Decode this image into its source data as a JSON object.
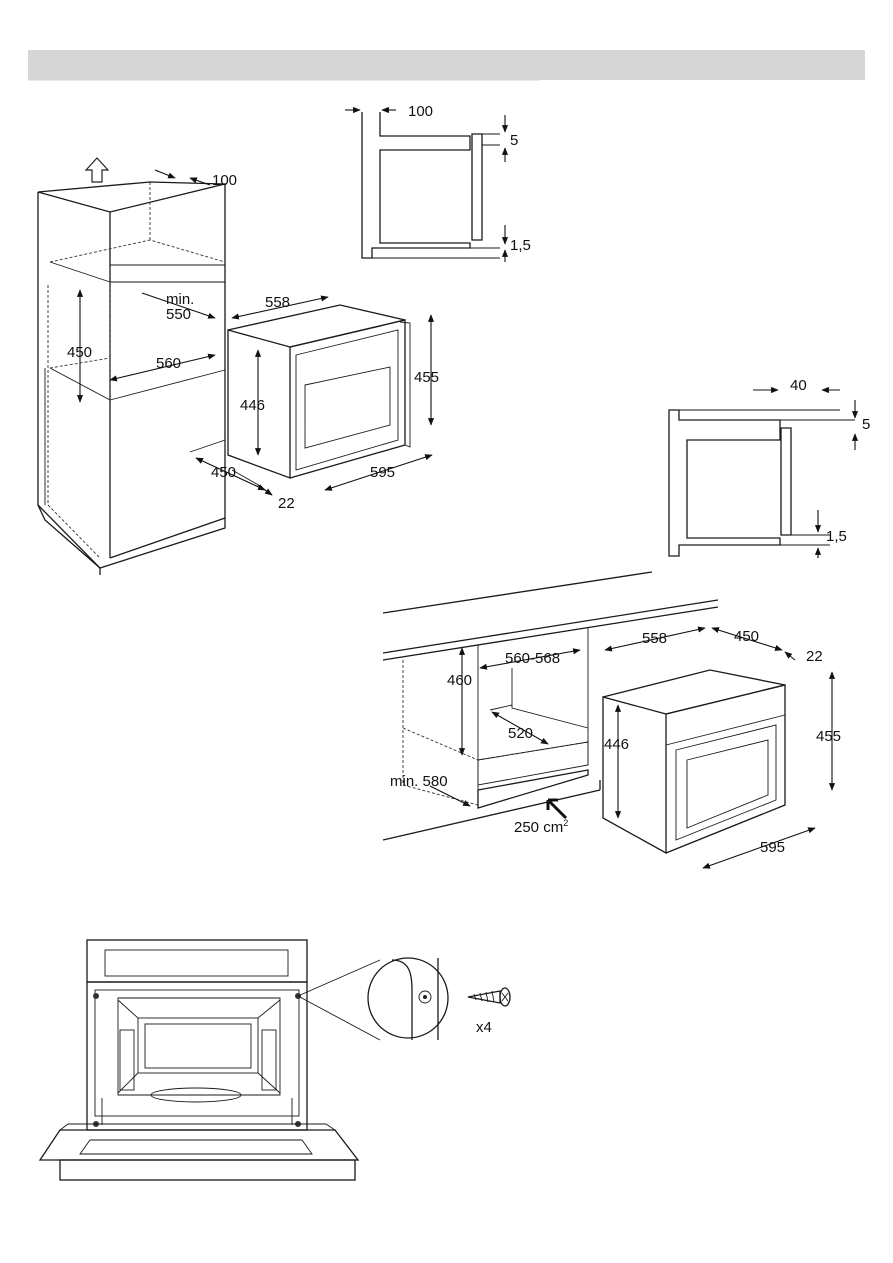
{
  "header_band": {
    "text": ""
  },
  "diagram1": {
    "labels": {
      "top_gap": "100",
      "min": "min.",
      "depth_min": "550",
      "width_niche": "560",
      "height_niche": "450",
      "oven_depth": "558",
      "oven_body_h": "446",
      "oven_h": "455",
      "oven_w": "595",
      "side_depth": "450",
      "front_thk": "22"
    }
  },
  "detail1": {
    "labels": {
      "gap_100": "100",
      "gap_5": "5",
      "gap_15": "1,5"
    }
  },
  "detail2": {
    "labels": {
      "gap_40": "40",
      "gap_5": "5",
      "gap_15": "1,5"
    }
  },
  "diagram2": {
    "labels": {
      "niche_w": "560-568",
      "niche_h": "460",
      "inner_d": "520",
      "min_depth": "min. 580",
      "vent": "250 cm",
      "vent_sup": "2",
      "oven_depth": "558",
      "side_depth": "450",
      "front_thk": "22",
      "oven_h": "455",
      "oven_body_h": "446",
      "oven_w": "595"
    }
  },
  "diagram3": {
    "labels": {
      "screw_count": "x4"
    }
  },
  "icons": [
    "up-arrow-icon",
    "screw-icon"
  ]
}
